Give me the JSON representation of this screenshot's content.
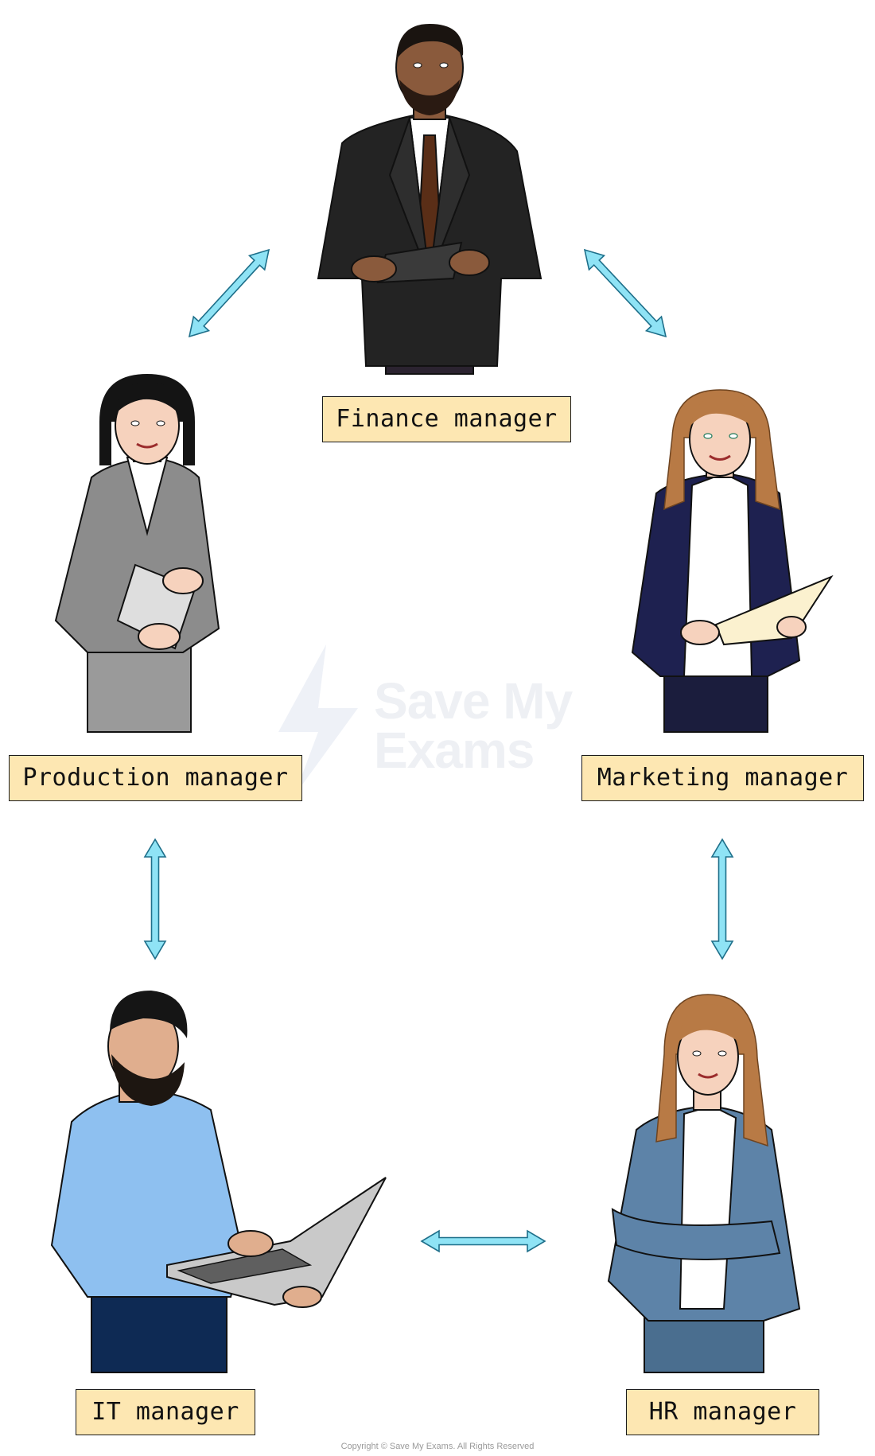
{
  "colors": {
    "label_fill": "#fde7b2",
    "label_border": "#1b1b1b",
    "arrow_fill": "#8fe3f5",
    "arrow_outline": "#1e6f8a",
    "skin_dark": "#8a5a3c",
    "skin_light": "#f6d2bd"
  },
  "roles": {
    "finance": {
      "label": "Finance manager"
    },
    "production": {
      "label": "Production manager"
    },
    "marketing": {
      "label": "Marketing manager"
    },
    "it": {
      "label": "IT manager"
    },
    "hr": {
      "label": "HR manager"
    }
  },
  "links": [
    {
      "from": "Finance manager",
      "to": "Production manager",
      "icon": "double-headed-arrow"
    },
    {
      "from": "Finance manager",
      "to": "Marketing manager",
      "icon": "double-headed-arrow"
    },
    {
      "from": "Production manager",
      "to": "IT manager",
      "icon": "double-headed-arrow"
    },
    {
      "from": "Marketing manager",
      "to": "HR manager",
      "icon": "double-headed-arrow"
    },
    {
      "from": "IT manager",
      "to": "HR manager",
      "icon": "double-headed-arrow"
    }
  ],
  "watermark": {
    "line1": "Save My",
    "line2": "Exams",
    "icon": "lightning-bolt-logo"
  },
  "footer": {
    "copyright": "Copyright © Save My Exams. All Rights Reserved"
  }
}
